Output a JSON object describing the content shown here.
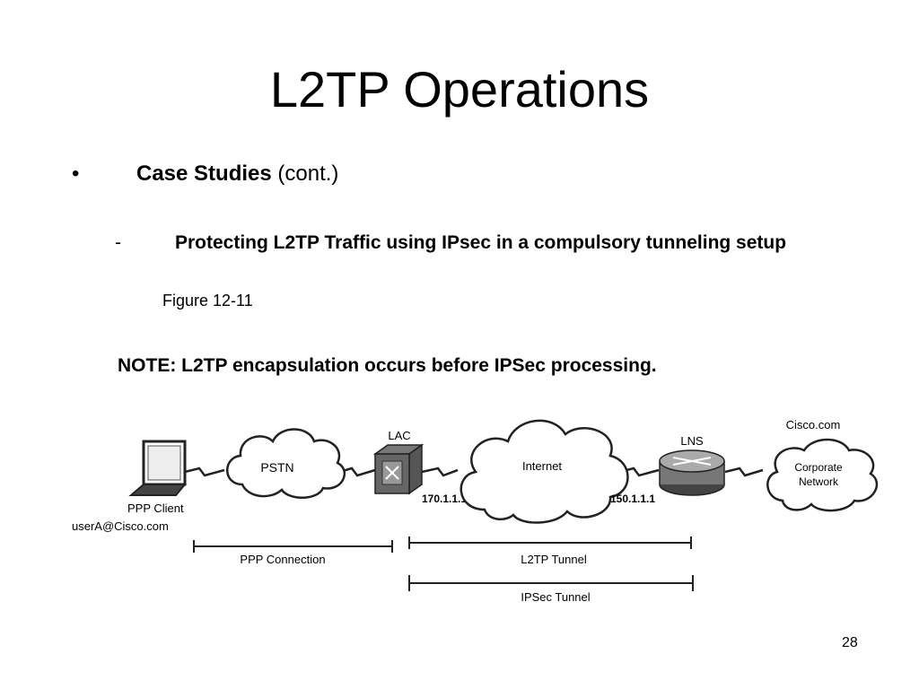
{
  "slide": {
    "title": "L2TP Operations",
    "bullet_symbol": "•",
    "case_studies_label": "Case Studies",
    "case_studies_suffix": "(cont.)",
    "dash_symbol": "-",
    "sub_point": "Protecting L2TP Traffic using IPsec in a compulsory tunneling setup",
    "figure_caption": "Figure 12-11",
    "note": "NOTE: L2TP encapsulation occurs before IPSec processing.",
    "page_number": "28"
  },
  "diagram": {
    "ppp_client": "PPP Client",
    "user": "userA@Cisco.com",
    "pstn": "PSTN",
    "lac": "LAC",
    "lac_ip": "170.1.1.1",
    "internet": "Internet",
    "lns": "LNS",
    "lns_ip": "150.1.1.1",
    "cisco_com": "Cisco.com",
    "corporate_line1": "Corporate",
    "corporate_line2": "Network",
    "ppp_connection": "PPP Connection",
    "l2tp_tunnel": "L2TP Tunnel",
    "ipsec_tunnel": "IPSec Tunnel"
  }
}
